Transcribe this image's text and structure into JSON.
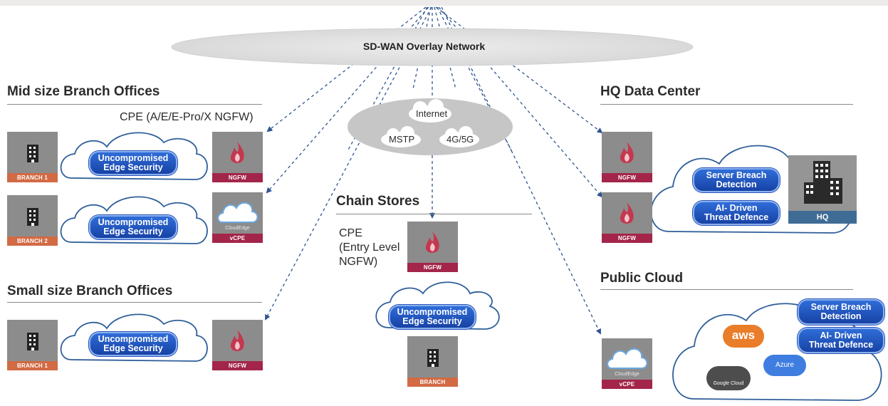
{
  "overlay": {
    "label": "SD-WAN Overlay Network"
  },
  "internet_cloud": {
    "internet": "Internet",
    "mstp": "MSTP",
    "mobile": "4G/5G"
  },
  "sections": {
    "mid": {
      "title": "Mid size Branch Offices",
      "cpe_note": "CPE (A/E/E-Pro/X NGFW)"
    },
    "small": {
      "title": "Small size Branch Offices"
    },
    "chain": {
      "title": "Chain Stores",
      "cpe_lines": [
        "CPE",
        "(Entry Level",
        "NGFW)"
      ]
    },
    "hq": {
      "title": "HQ Data Center"
    },
    "cloud": {
      "title": "Public Cloud"
    }
  },
  "labels": {
    "branch1": "BRANCH 1",
    "branch2": "BRANCH 2",
    "branch": "BRANCH",
    "ngfw": "NGFW",
    "vcpe": "vCPE",
    "cloudedge": "CloudEdge",
    "hq": "HQ"
  },
  "pills": {
    "uncompromised": [
      "Uncompromised",
      "Edge Security"
    ],
    "breach": [
      "Server Breach",
      "Detection"
    ],
    "ai": [
      "AI- Driven",
      "Threat Defence"
    ]
  },
  "cloud_logos": {
    "aws": "aws",
    "azure": "Azure",
    "google": "Google Cloud"
  },
  "colors": {
    "branch_caption": "#d26a44",
    "ngfw_caption": "#a3254a",
    "hq_caption": "#3f6c95",
    "tile_gray": "#8d8c8c",
    "cloud_outline": "#2f5f9a",
    "pill_blue": "#1f4fb8",
    "connector": "#2f5590"
  }
}
